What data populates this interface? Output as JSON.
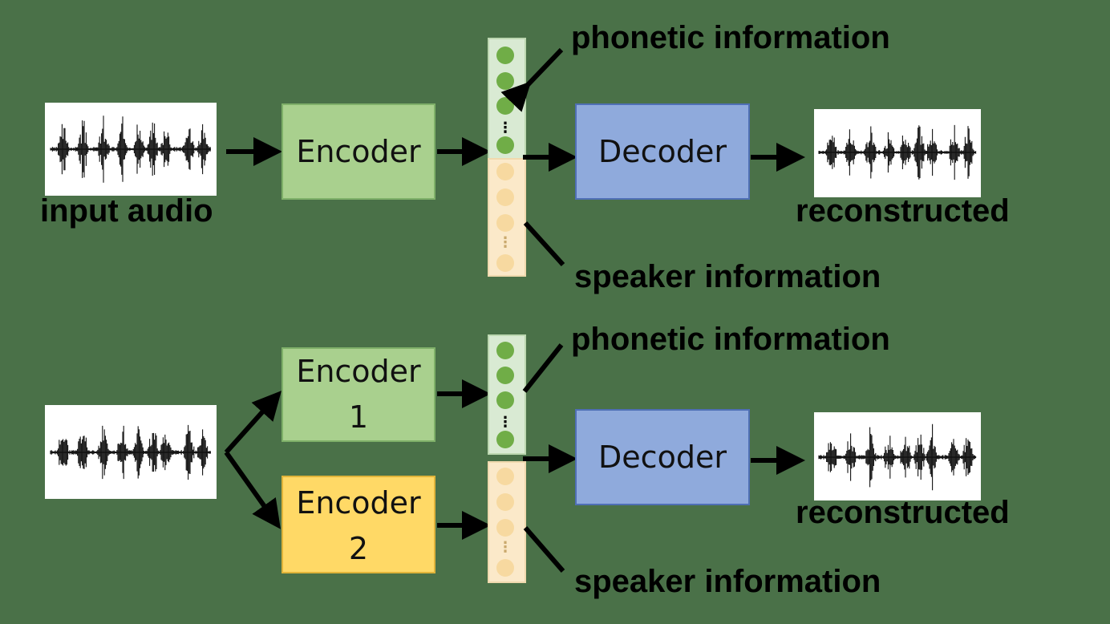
{
  "colors": {
    "background": "#4a7148",
    "encoder_green_fill": "#a9d08e",
    "encoder_green_stroke": "#7fb069",
    "encoder_orange_fill": "#ffd966",
    "encoder_orange_stroke": "#e0b43a",
    "decoder_fill": "#8faadc",
    "decoder_stroke": "#4f6fb5",
    "phonetic_dot": "#70ad47",
    "speaker_dot": "#f7d9a0",
    "arrow": "#000000"
  },
  "top": {
    "input_label": "input audio",
    "encoder": "Encoder",
    "decoder": "Decoder",
    "phonetic_label": "phonetic information",
    "speaker_label": "speaker information",
    "output_label": "reconstructed",
    "vector_ellipsis": "⋮"
  },
  "bottom": {
    "encoder1_line1": "Encoder",
    "encoder1_line2": "1",
    "encoder2_line1": "Encoder",
    "encoder2_line2": "2",
    "decoder": "Decoder",
    "phonetic_label": "phonetic information",
    "speaker_label": "speaker information",
    "output_label": "reconstructed",
    "vector_ellipsis": "⋮"
  }
}
